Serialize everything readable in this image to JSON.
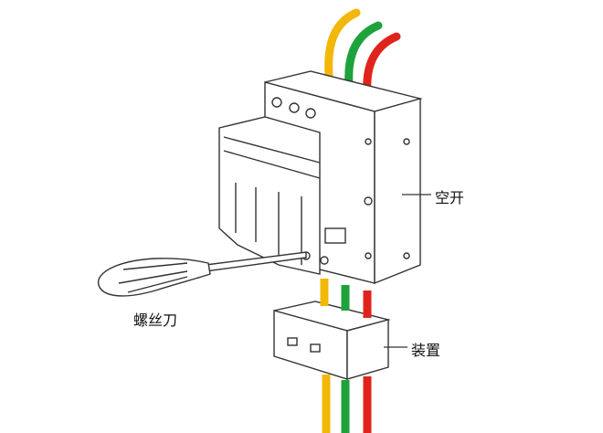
{
  "labels": {
    "breaker": "空开",
    "screwdriver": "螺丝刀",
    "device": "装置"
  },
  "colors": {
    "wire_yellow": "#f2b707",
    "wire_green": "#1ea23c",
    "wire_red": "#e0241b",
    "outline": "#333333"
  }
}
